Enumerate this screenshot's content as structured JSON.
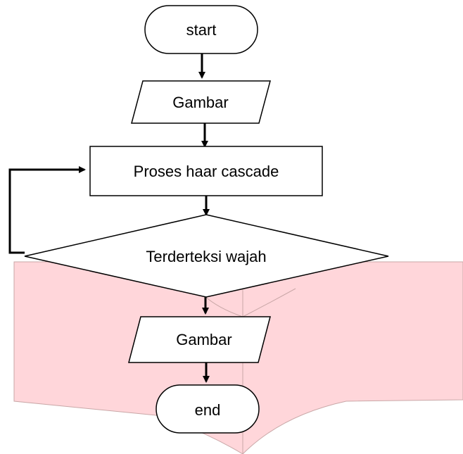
{
  "diagram": {
    "nodes": [
      {
        "id": "start",
        "shape": "terminator",
        "label": "start"
      },
      {
        "id": "input",
        "shape": "parallelogram",
        "label": "Gambar"
      },
      {
        "id": "process",
        "shape": "rectangle",
        "label": "Proses haar cascade"
      },
      {
        "id": "decision",
        "shape": "diamond",
        "label": "Terderteksi wajah"
      },
      {
        "id": "output",
        "shape": "parallelogram",
        "label": "Gambar"
      },
      {
        "id": "end",
        "shape": "terminator",
        "label": "end"
      }
    ],
    "edges": [
      {
        "from": "start",
        "to": "input"
      },
      {
        "from": "input",
        "to": "process"
      },
      {
        "from": "process",
        "to": "decision"
      },
      {
        "from": "decision",
        "to": "output"
      },
      {
        "from": "output",
        "to": "end"
      },
      {
        "from": "decision",
        "to": "process",
        "type": "loop-back"
      }
    ],
    "colors": {
      "stroke": "#000000",
      "fill": "#ffffff",
      "overlay": "#ffd6da",
      "overlay_edge": "#c9a7a7"
    }
  }
}
